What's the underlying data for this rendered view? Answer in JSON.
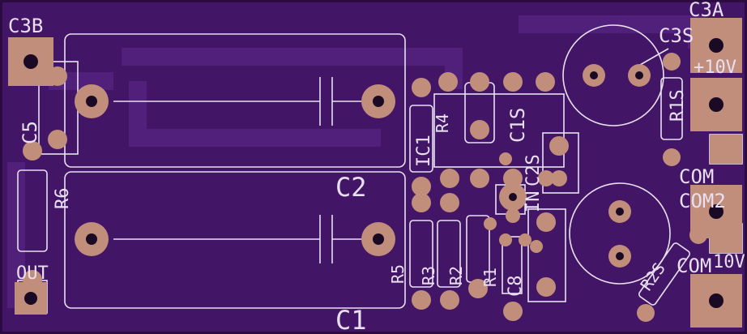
{
  "board": {
    "colors": {
      "board": "#431566",
      "copper": "#4f1d78",
      "silk": "#e8e0f0",
      "pad": "#c08e7a",
      "hole": "#1a0a24",
      "mask_edge": "#2c0b40"
    }
  },
  "labels": {
    "c3b": "C3B",
    "c3a": "C3A",
    "c3s": "C3S",
    "c5": "C5",
    "r6": "R6",
    "c2": "C2",
    "c1": "C1",
    "r4": "R4",
    "c1s": "C1S",
    "ic1": "IC1",
    "c2s": "C2S",
    "in": "IN",
    "r5": "R5",
    "r3": "R3",
    "r2": "R2",
    "r1": "R1",
    "c8": "C8",
    "out": "OUT",
    "plus10v": "+10V",
    "r1s": "R1S",
    "com1": "COM",
    "com2": "COM2",
    "com3": "COM",
    "r2s": "R2S",
    "p10v_b": "10V"
  }
}
